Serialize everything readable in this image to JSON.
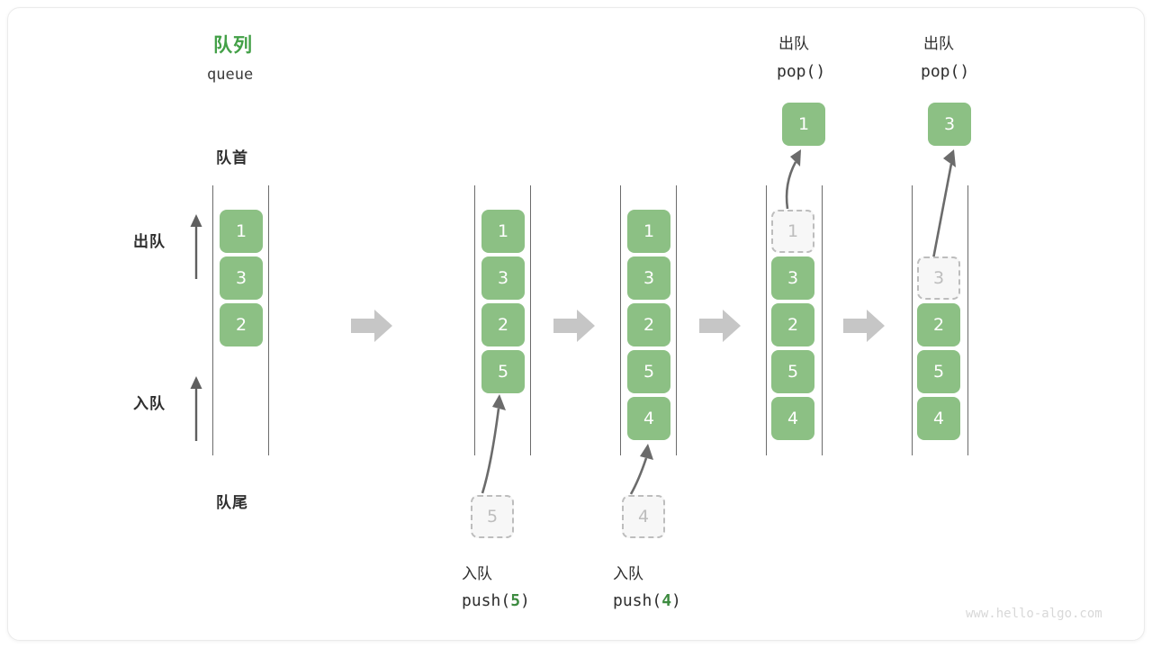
{
  "diagram": {
    "title_cn": "队列",
    "title_en": "queue",
    "front_label": "队首",
    "rear_label": "队尾",
    "dequeue_label": "出队",
    "enqueue_label": "入队",
    "watermark": "www.hello-algo.com",
    "accent_green": "#43a047",
    "box_green": "#8cc084",
    "ghost_gray": "#bdbdbd",
    "arrow_gray": "#6b6b6b",
    "transition_arrow_gray": "#c6c6c6"
  },
  "stages": [
    {
      "id": "initial",
      "elements": [
        "1",
        "3",
        "2"
      ],
      "ghost_index": null,
      "caption_cn": null,
      "caption_code": null,
      "popped_value": null,
      "pushed_value": null
    },
    {
      "id": "push-5",
      "elements": [
        "1",
        "3",
        "2",
        "5"
      ],
      "ghost_index": null,
      "caption_cn": "入队",
      "caption_code_prefix": "push(",
      "caption_code_num": "5",
      "caption_code_suffix": ")",
      "pushed_value": "5",
      "popped_value": null
    },
    {
      "id": "push-4",
      "elements": [
        "1",
        "3",
        "2",
        "5",
        "4"
      ],
      "ghost_index": null,
      "caption_cn": "入队",
      "caption_code_prefix": "push(",
      "caption_code_num": "4",
      "caption_code_suffix": ")",
      "pushed_value": "4",
      "popped_value": null
    },
    {
      "id": "pop-1",
      "elements": [
        "1",
        "3",
        "2",
        "5",
        "4"
      ],
      "ghost_index": 0,
      "header_cn": "出队",
      "header_code": "pop()",
      "popped_value": "1",
      "pushed_value": null
    },
    {
      "id": "pop-3",
      "elements": [
        "3",
        "2",
        "5",
        "4"
      ],
      "ghost_index": 0,
      "header_cn": "出队",
      "header_code": "pop()",
      "popped_value": "3",
      "pushed_value": null
    }
  ]
}
